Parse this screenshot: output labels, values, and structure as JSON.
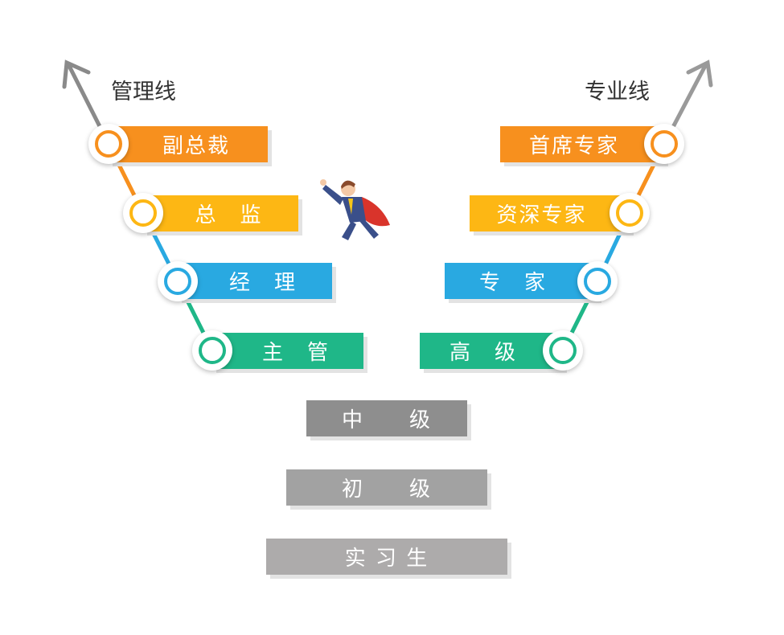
{
  "titles": {
    "management": "管理线",
    "professional": "专业线"
  },
  "colors": {
    "orange": "#F7901E",
    "yellow": "#FDB714",
    "blue": "#29A9E1",
    "green": "#1FB788",
    "gray1": "#8E8E8E",
    "gray2": "#A2A2A2",
    "gray3": "#ADABAB"
  },
  "management": [
    "副总裁",
    "总　监",
    "经　理",
    "主　管"
  ],
  "professional": [
    "首席专家",
    "资深专家",
    "专　家",
    "高　级"
  ],
  "common": [
    "中　　级",
    "初　　级",
    "实 习 生"
  ]
}
